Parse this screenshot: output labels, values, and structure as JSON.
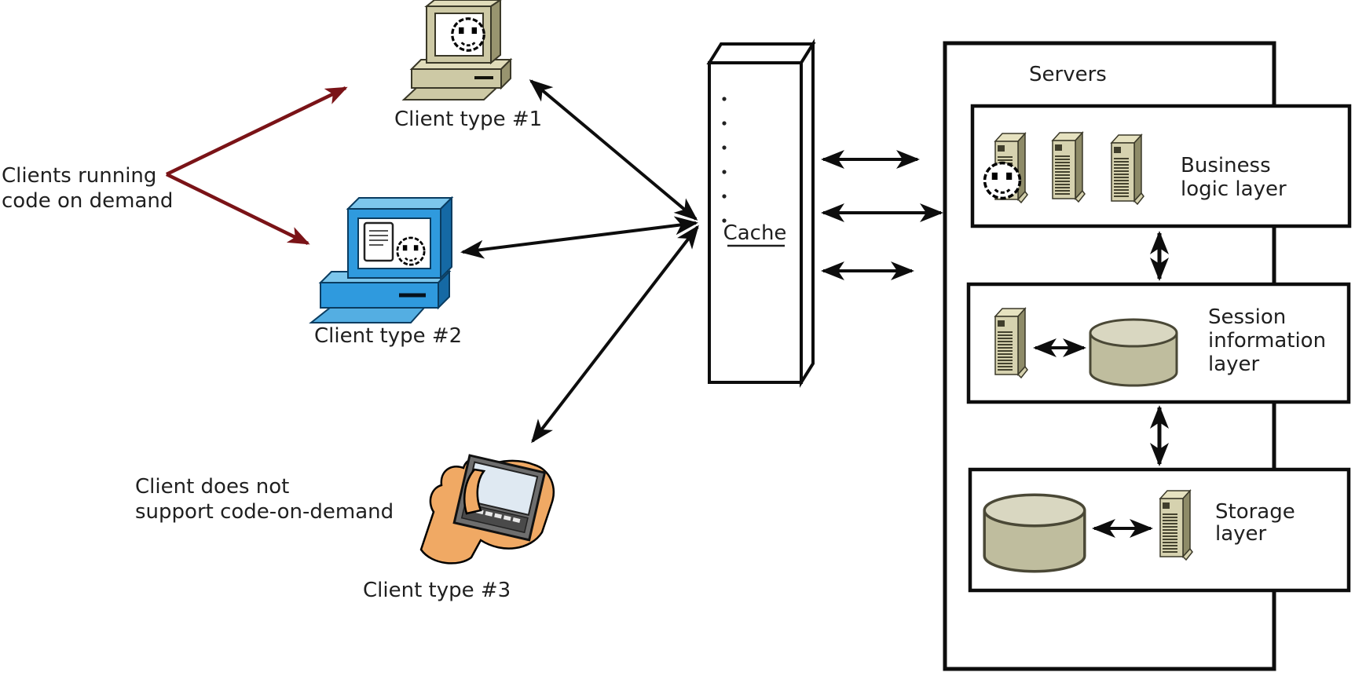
{
  "notes": {
    "cod": {
      "l1": "Clients running",
      "l2": "code on demand"
    },
    "no_cod": {
      "l1": "Client does not",
      "l2": "support code-on-demand"
    }
  },
  "clients": {
    "c1": {
      "label": "Client type #1"
    },
    "c2": {
      "label": "Client type #2"
    },
    "c3": {
      "label": "Client type #3"
    }
  },
  "cache": {
    "label": "Cache"
  },
  "servers": {
    "title": "Servers",
    "business": {
      "l1": "Business",
      "l2": "logic layer"
    },
    "session": {
      "l1": "Session",
      "l2": "information",
      "l3": "layer"
    },
    "storage": {
      "l1": "Storage",
      "l2": "layer"
    }
  },
  "icons": {
    "client1": "desktop-computer-icon",
    "client2": "desktop-computer-icon",
    "client3": "handheld-pda-in-hand-icon",
    "server": "server-tower-icon",
    "database": "database-cylinder-icon",
    "code": "smiley-applet-icon",
    "document": "document-icon"
  },
  "colors": {
    "bg": "#ffffff",
    "ink": "#0d0d0d",
    "text": "#1f1f1f",
    "arrow-red": "#7a1317",
    "beige-face": "#cdc9a5",
    "beige-top": "#e0dcba",
    "beige-side": "#98946f",
    "blue-main": "#2f9ade",
    "blue-light": "#7cc6ec",
    "blue-dark": "#1569a4",
    "blue-kb": "#54aee2",
    "tower-face": "#d6d2af",
    "tower-top": "#e6e2c0",
    "tower-side": "#8e8b68",
    "tower-slat": "#44422e",
    "cyl-top": "#d9d7c1",
    "cyl-body": "#bfbd9e",
    "cyl-line": "#4a4836",
    "skin": "#f0a964",
    "pda-frame": "#6e6e6e",
    "pda-screen": "#dfe9f2",
    "pda-strip": "#4a4a4a"
  }
}
